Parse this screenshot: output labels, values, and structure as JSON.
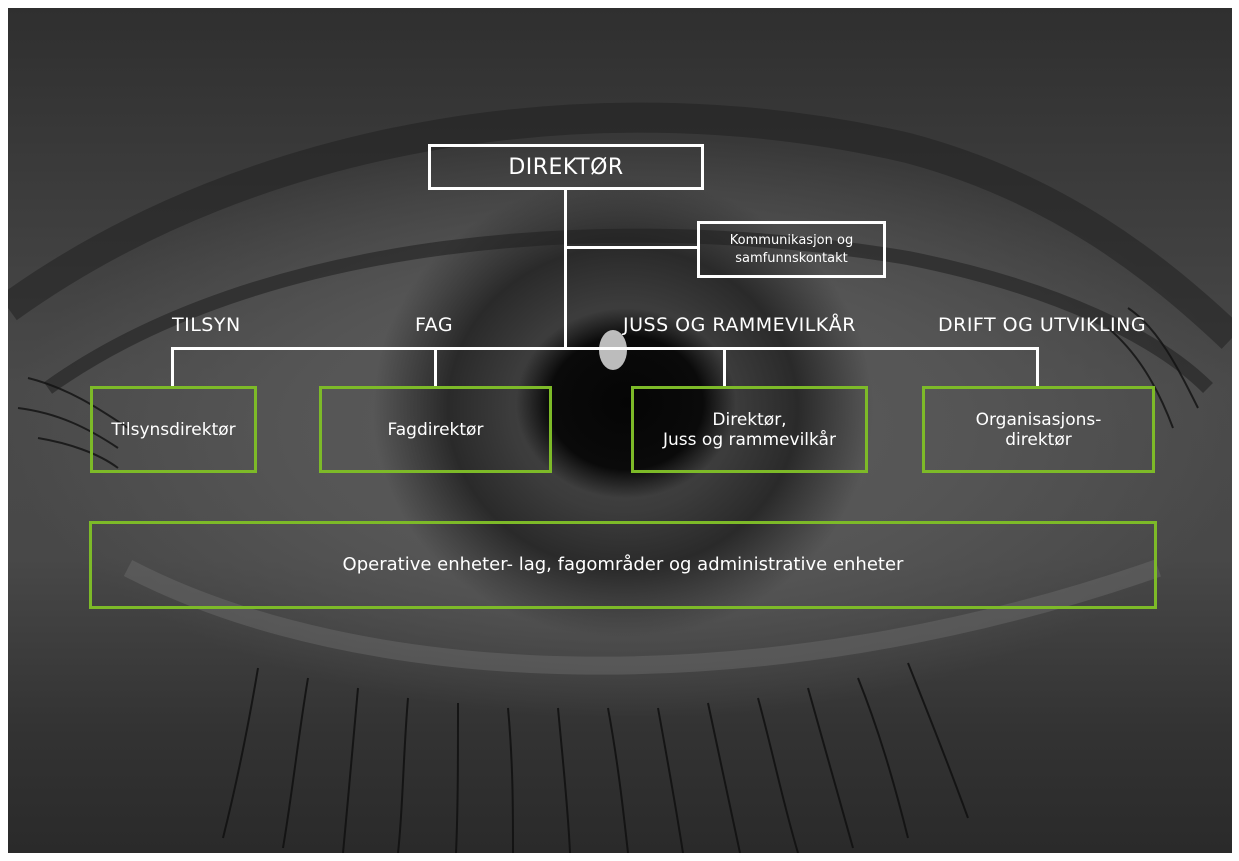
{
  "director": {
    "label": "DIREKTØR"
  },
  "staff_unit": {
    "line1": "Kommunikasjon og",
    "line2": "samfunnskontakt"
  },
  "divisions": [
    {
      "heading": "TILSYN",
      "box_lines": [
        "Tilsynsdirektør"
      ]
    },
    {
      "heading": "FAG",
      "box_lines": [
        "Fagdirektør"
      ]
    },
    {
      "heading": "JUSS OG RAMMEVILKÅR",
      "box_lines": [
        "Direktør,",
        "Juss og rammevilkår"
      ]
    },
    {
      "heading": "DRIFT OG UTVIKLING",
      "box_lines": [
        "Organisasjons-",
        "direktør"
      ]
    }
  ],
  "operations": {
    "label": "Operative enheter- lag, fagområder og administrative enheter"
  },
  "colors": {
    "line": "#ffffff",
    "division_border": "#7dba28",
    "background": "grayscale eye photograph"
  }
}
